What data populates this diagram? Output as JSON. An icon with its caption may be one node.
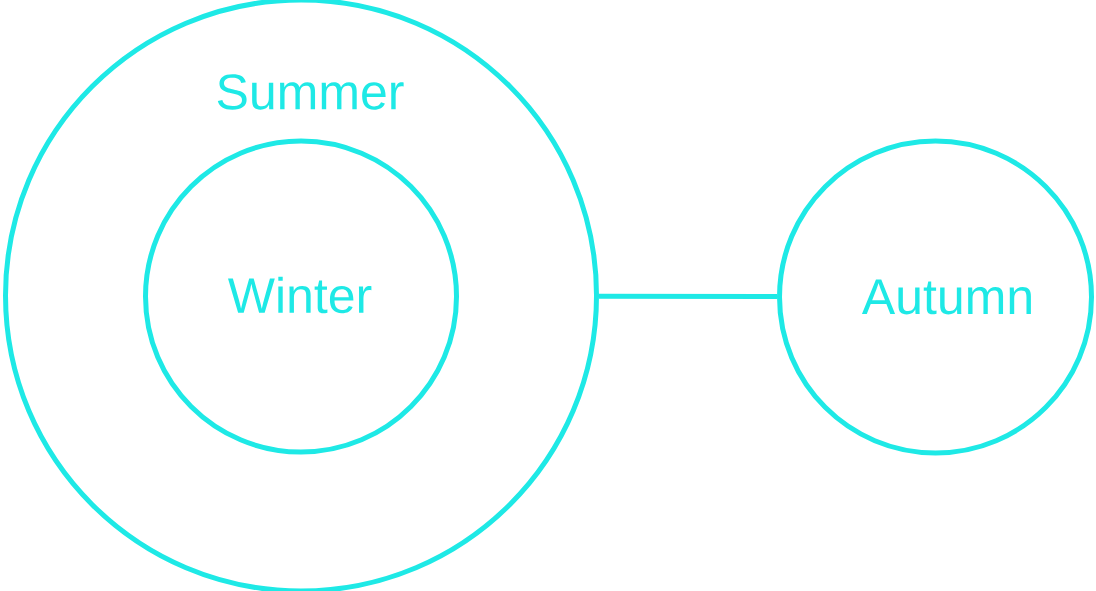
{
  "diagram": {
    "nodes": [
      {
        "text": [
          "Summer"
        ]
      },
      {
        "text": [
          "Winter"
        ],
        "in": 0
      },
      {
        "text": [
          "Autumn"
        ]
      }
    ],
    "edges": [
      {
        "from": 0,
        "to": 2,
        "arrow": "none"
      }
    ]
  }
}
